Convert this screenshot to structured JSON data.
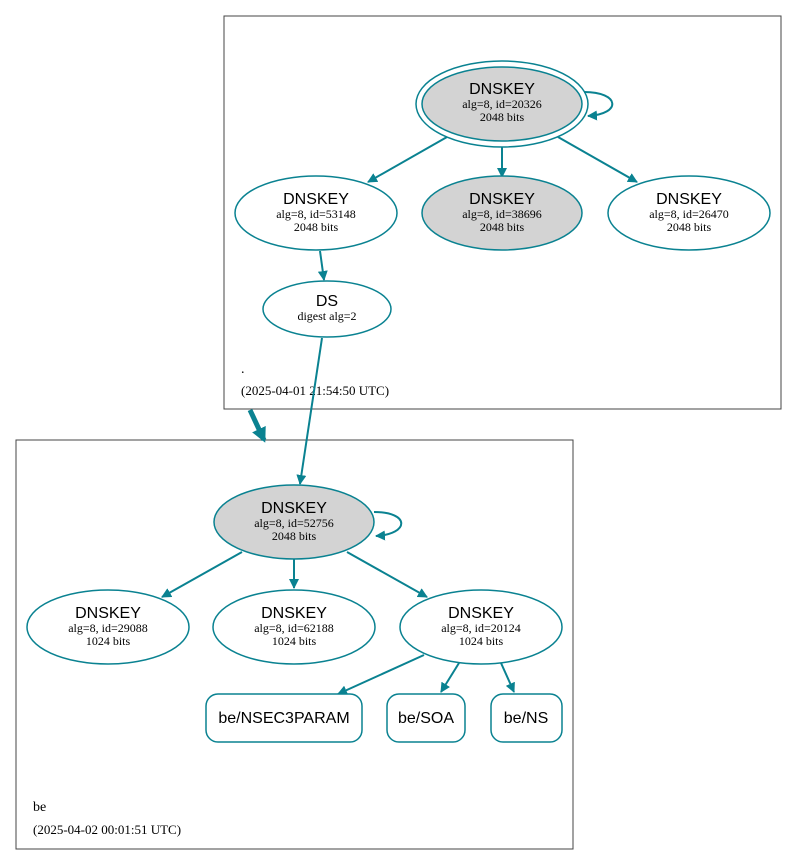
{
  "colors": {
    "edge": "#0a8291",
    "node_stroke": "#0a8291",
    "sep_fill": "#d3d3d3",
    "plain_fill": "#ffffff",
    "cluster_stroke": "#444444"
  },
  "zones": {
    "root": {
      "name": ".",
      "timestamp": "(2025-04-01 21:54:50 UTC)",
      "dnskeys": [
        {
          "title": "DNSKEY",
          "info": "alg=8, id=20326",
          "bits": "2048 bits",
          "sep": true,
          "trust_anchor": true
        },
        {
          "title": "DNSKEY",
          "info": "alg=8, id=53148",
          "bits": "2048 bits",
          "sep": false
        },
        {
          "title": "DNSKEY",
          "info": "alg=8, id=38696",
          "bits": "2048 bits",
          "sep": true
        },
        {
          "title": "DNSKEY",
          "info": "alg=8, id=26470",
          "bits": "2048 bits",
          "sep": false
        }
      ]
    },
    "be": {
      "name": "be",
      "timestamp": "(2025-04-02 00:01:51 UTC)",
      "ds": {
        "title": "DS",
        "info": "digest alg=2"
      },
      "dnskeys": [
        {
          "title": "DNSKEY",
          "info": "alg=8, id=52756",
          "bits": "2048 bits",
          "sep": true
        },
        {
          "title": "DNSKEY",
          "info": "alg=8, id=29088",
          "bits": "1024 bits",
          "sep": false
        },
        {
          "title": "DNSKEY",
          "info": "alg=8, id=62188",
          "bits": "1024 bits",
          "sep": false
        },
        {
          "title": "DNSKEY",
          "info": "alg=8, id=20124",
          "bits": "1024 bits",
          "sep": false
        }
      ],
      "rrsets": [
        "be/NSEC3PARAM",
        "be/SOA",
        "be/NS"
      ]
    }
  }
}
